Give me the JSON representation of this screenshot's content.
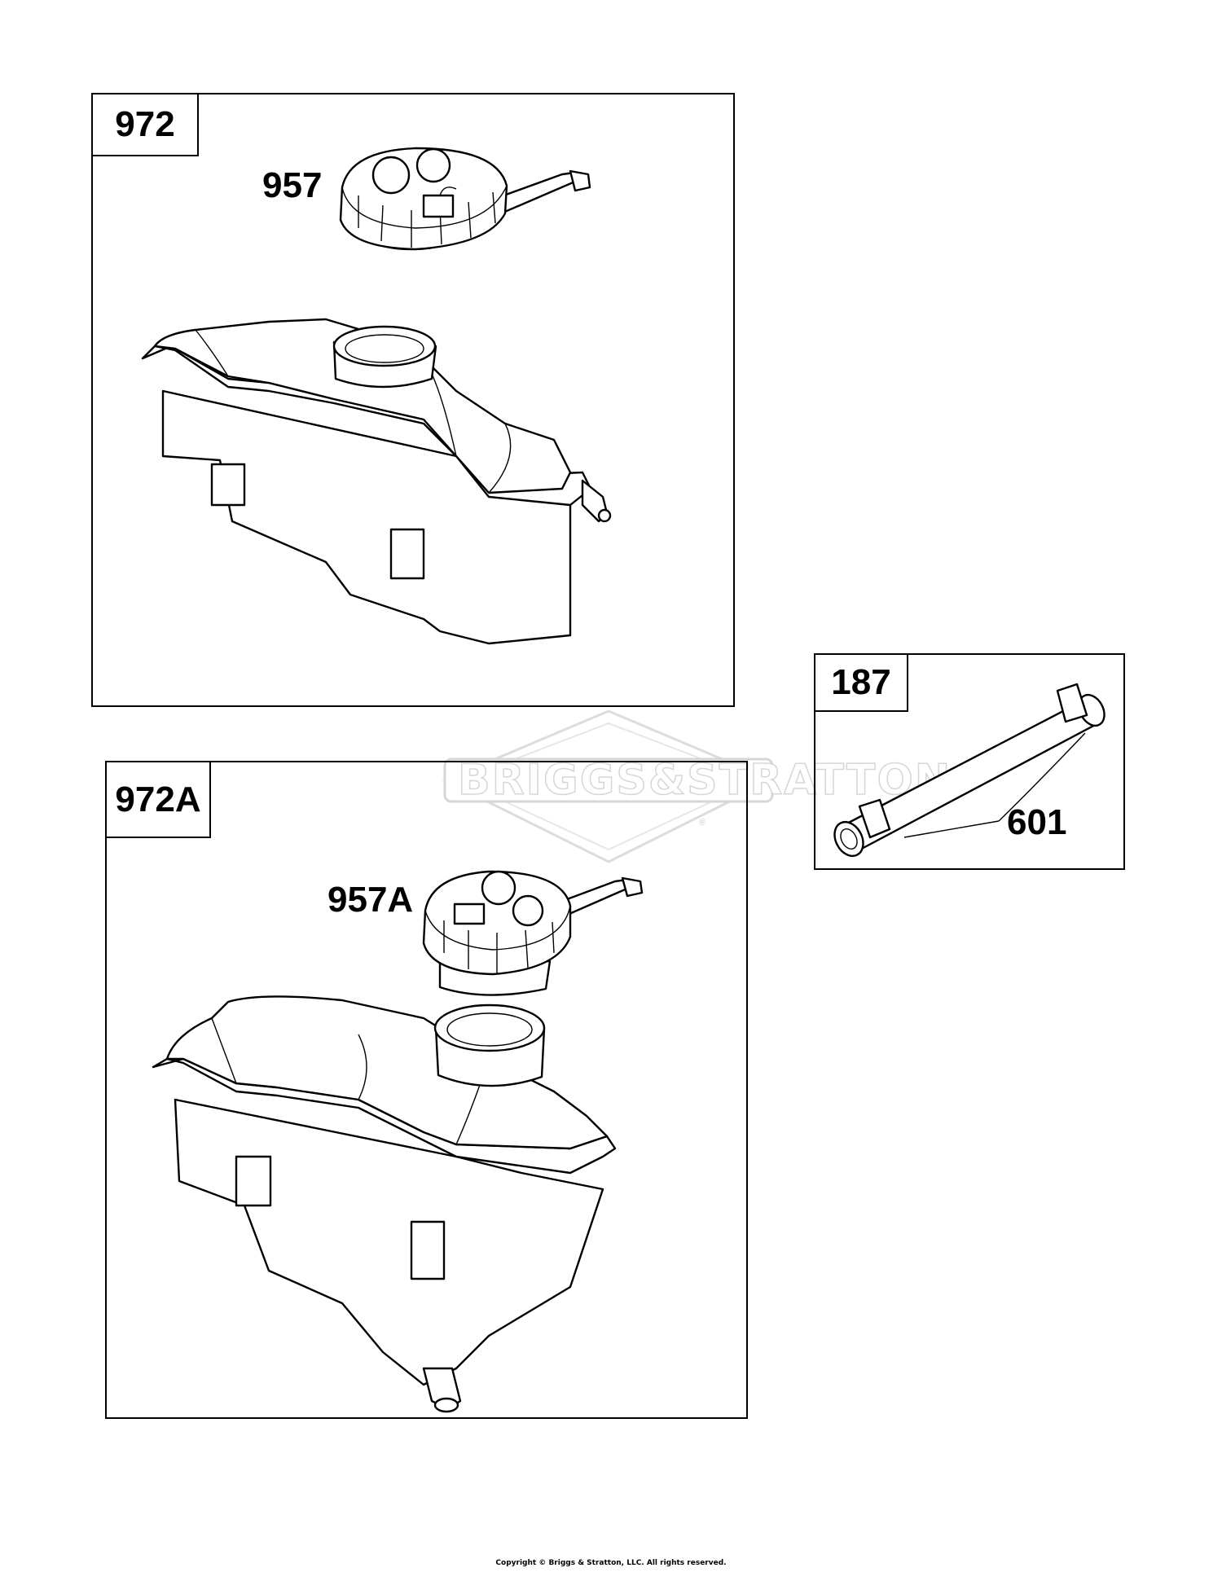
{
  "panels": {
    "top": {
      "label": "972",
      "callout": "957"
    },
    "bottom": {
      "label": "972A",
      "callout": "957A"
    },
    "right": {
      "label": "187",
      "callout": "601"
    }
  },
  "watermark": {
    "text": "BRIGGS&STRATTON",
    "mark": "®"
  },
  "footer": {
    "copyright": "Copyright © Briggs & Stratton, LLC. All rights reserved."
  }
}
